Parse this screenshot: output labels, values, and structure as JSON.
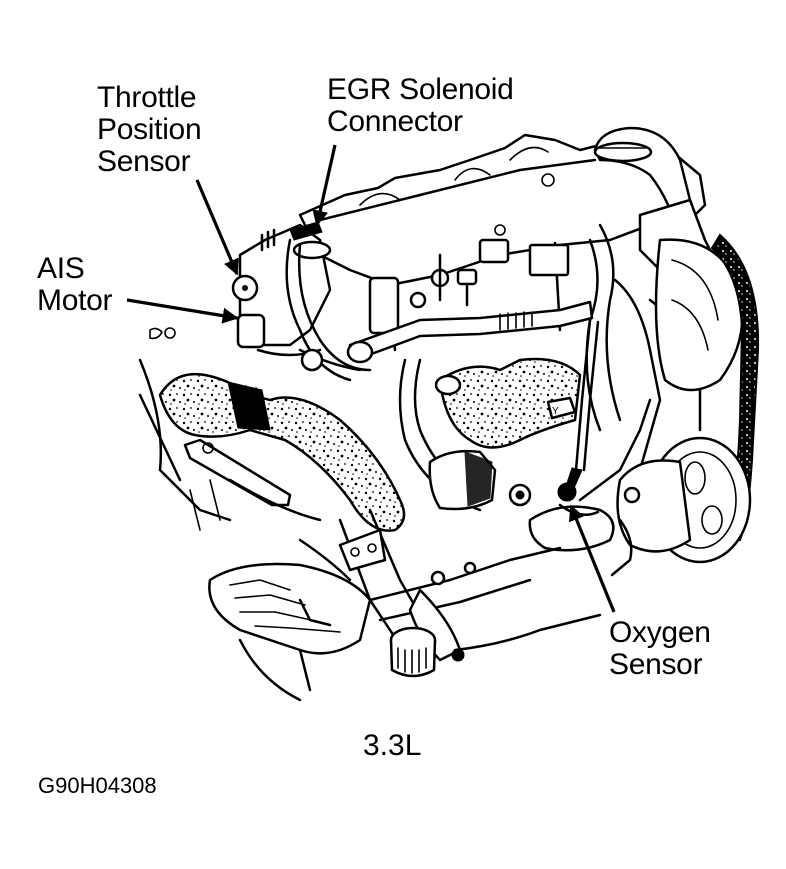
{
  "figure": {
    "caption": "3.3L",
    "figure_id": "G90H04308",
    "ink_color": "#000000",
    "background_color": "#ffffff"
  },
  "callouts": [
    {
      "id": "throttle-position-sensor",
      "lines": [
        "Throttle",
        "Position",
        "Sensor"
      ]
    },
    {
      "id": "egr-solenoid-connector",
      "lines": [
        "EGR Solenoid",
        "Connector"
      ]
    },
    {
      "id": "ais-motor",
      "lines": [
        "AIS",
        "Motor"
      ]
    },
    {
      "id": "oxygen-sensor",
      "lines": [
        "Oxygen",
        "Sensor"
      ]
    }
  ]
}
